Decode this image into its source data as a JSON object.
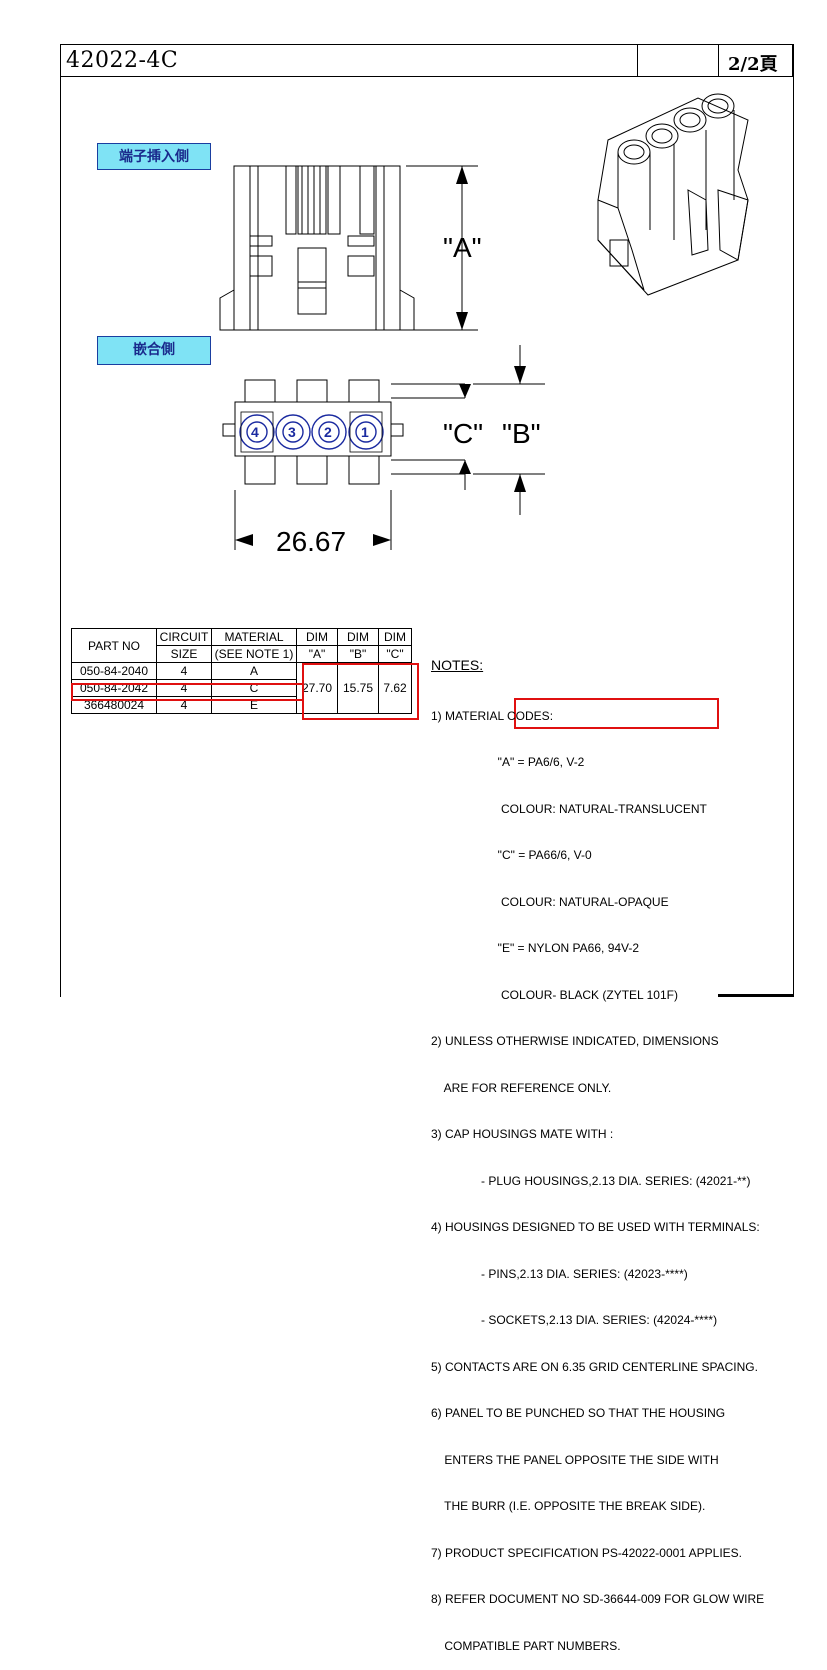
{
  "header": {
    "title": "42022-4C",
    "page": "2/2頁"
  },
  "labels": {
    "insert_side": "端子挿入側",
    "mating_side": "嵌合側"
  },
  "dimensions": {
    "a": "\"A\"",
    "c": "\"C\"",
    "b": "\"B\"",
    "width": "26.67"
  },
  "circuits": [
    "4",
    "3",
    "2",
    "1"
  ],
  "parts_table": {
    "headers": {
      "part_no": "PART NO",
      "circuit_1": "CIRCUIT",
      "circuit_2": "SIZE",
      "material_1": "MATERIAL",
      "material_2": "(SEE NOTE 1)",
      "dima_1": "DIM",
      "dima_2": "\"A\"",
      "dimb_1": "DIM",
      "dimb_2": "\"B\"",
      "dimc_1": "DIM",
      "dimc_2": "\"C\""
    },
    "rows": [
      {
        "part_no": "050-84-2040",
        "size": "4",
        "material": "A"
      },
      {
        "part_no": "050-84-2042",
        "size": "4",
        "material": "C"
      },
      {
        "part_no": "366480024",
        "size": "4",
        "material": "E"
      }
    ],
    "dim_a": "27.70",
    "dim_b": "15.75",
    "dim_c": "7.62"
  },
  "notes": {
    "heading": "NOTES:",
    "lines": [
      "1) MATERIAL CODES:",
      "                    \"A\" = PA6/6, V-2",
      "                     COLOUR: NATURAL-TRANSLUCENT",
      "                    \"C\" = PA66/6, V-0",
      "                     COLOUR: NATURAL-OPAQUE",
      "                    \"E\" = NYLON PA66, 94V-2",
      "                     COLOUR- BLACK (ZYTEL 101F)",
      "2) UNLESS OTHERWISE INDICATED, DIMENSIONS",
      "    ARE FOR REFERENCE ONLY.",
      "3) CAP HOUSINGS MATE WITH :",
      "               - PLUG HOUSINGS,2.13 DIA. SERIES: (42021-**)",
      "4) HOUSINGS DESIGNED TO BE USED WITH TERMINALS:",
      "               - PINS,2.13 DIA. SERIES: (42023-****)",
      "               - SOCKETS,2.13 DIA. SERIES: (42024-****)",
      "5) CONTACTS ARE ON 6.35 GRID CENTERLINE SPACING.",
      "6) PANEL TO BE PUNCHED SO THAT THE HOUSING",
      "    ENTERS THE PANEL OPPOSITE THE SIDE WITH",
      "    THE BURR (I.E. OPPOSITE THE BREAK SIDE).",
      "7) PRODUCT SPECIFICATION PS-42022-0001 APPLIES.",
      "8) REFER DOCUMENT NO SD-36644-009 FOR GLOW WIRE",
      "    COMPATIBLE PART NUMBERS."
    ]
  }
}
